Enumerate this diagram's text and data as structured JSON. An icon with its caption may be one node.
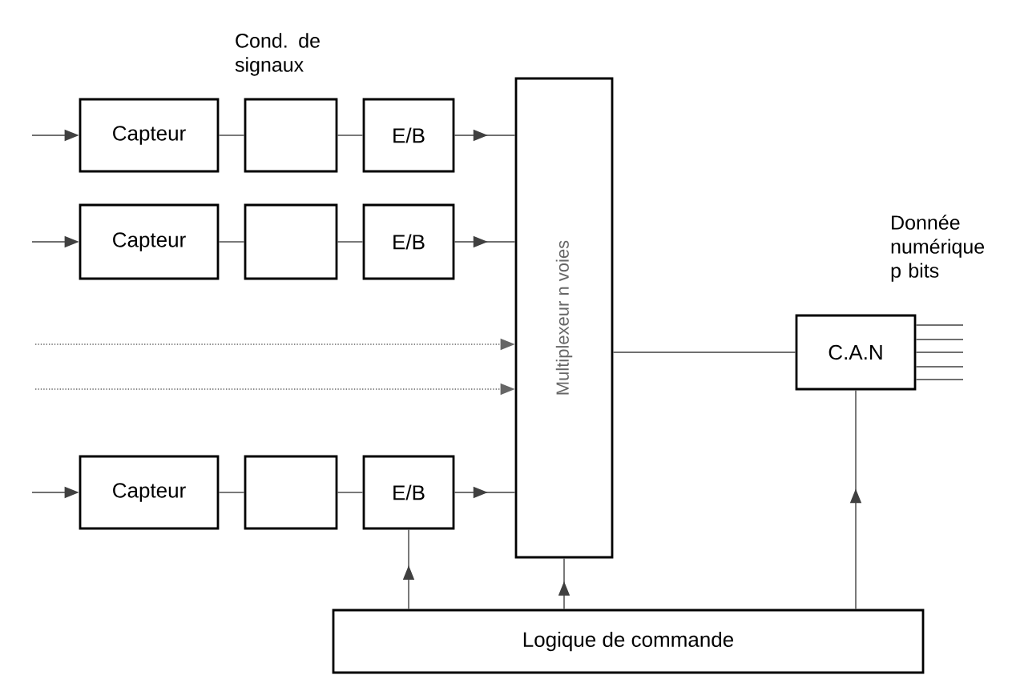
{
  "diagram": {
    "nodes": [
      {
        "text": [
          "Capteur"
        ]
      },
      {
        "text": [],
        "shape": "box",
        "beside": [
          "Cond. de signaux"
        ]
      },
      {
        "text": [
          "E/B"
        ]
      },
      {
        "text": [
          "Capteur"
        ]
      },
      {
        "text": [],
        "shape": "box"
      },
      {
        "text": [
          "E/B"
        ]
      },
      {
        "text": [
          "Capteur"
        ]
      },
      {
        "text": [],
        "shape": "box"
      },
      {
        "text": [
          "E/B"
        ]
      },
      {
        "text": [
          "Multiplexeur n voies"
        ]
      },
      {
        "text": [
          "C.A.N"
        ],
        "beside": [
          "Donnée numérique p bits"
        ]
      },
      {
        "text": [
          "Logique de commande"
        ]
      }
    ],
    "edges": [
      {
        "from": null,
        "to": 0,
        "arrow": "to"
      },
      {
        "from": 0,
        "to": 1,
        "arrow": "none"
      },
      {
        "from": 1,
        "to": 2,
        "arrow": "none"
      },
      {
        "from": 2,
        "to": 9,
        "arrow": "to"
      },
      {
        "from": null,
        "to": 3,
        "arrow": "to"
      },
      {
        "from": 3,
        "to": 4,
        "arrow": "none"
      },
      {
        "from": 4,
        "to": 5,
        "arrow": "none"
      },
      {
        "from": 5,
        "to": 9,
        "arrow": "to"
      },
      {
        "from": null,
        "to": 9,
        "arrow": "to",
        "style": "dashed"
      },
      {
        "from": null,
        "to": 9,
        "arrow": "to",
        "style": "dashed"
      },
      {
        "from": null,
        "to": 6,
        "arrow": "to"
      },
      {
        "from": 6,
        "to": 7,
        "arrow": "none"
      },
      {
        "from": 7,
        "to": 8,
        "arrow": "none"
      },
      {
        "from": 8,
        "to": 9,
        "arrow": "to"
      },
      {
        "from": 9,
        "to": 10,
        "arrow": "none"
      },
      {
        "from": 10,
        "to": null,
        "arrow": "none"
      },
      {
        "from": 10,
        "to": null,
        "arrow": "none"
      },
      {
        "from": 10,
        "to": null,
        "arrow": "none"
      },
      {
        "from": 10,
        "to": null,
        "arrow": "none"
      },
      {
        "from": 10,
        "to": null,
        "arrow": "none"
      },
      {
        "from": 11,
        "to": 8,
        "arrow": "to"
      },
      {
        "from": 11,
        "to": 9,
        "arrow": "to"
      },
      {
        "from": 11,
        "to": 10,
        "arrow": "to"
      }
    ]
  }
}
